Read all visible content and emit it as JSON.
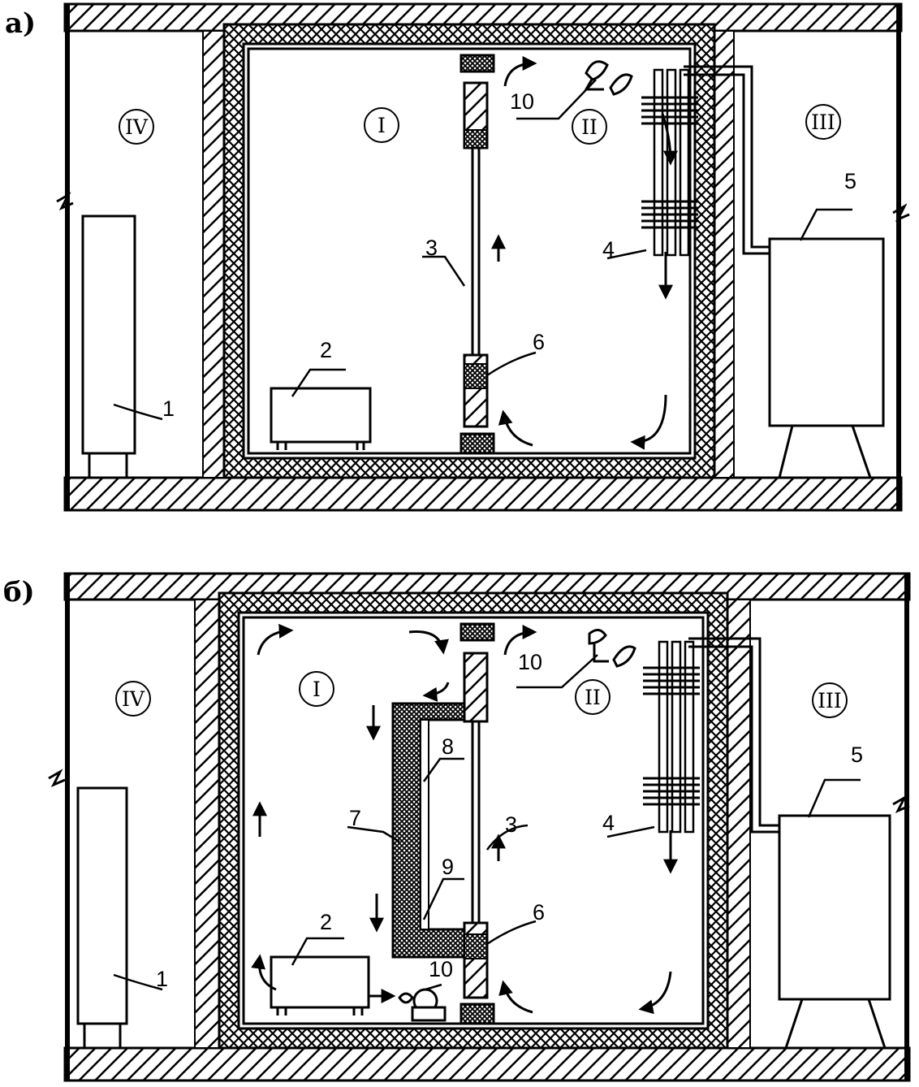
{
  "panels": [
    {
      "label": "а)",
      "zones": {
        "z1": "I",
        "z2": "II",
        "z3": "III",
        "z4": "IV"
      },
      "callouts": {
        "n1": "1",
        "n2": "2",
        "n3": "3",
        "n4": "4",
        "n5": "5",
        "n6": "6",
        "n10": "10"
      }
    },
    {
      "label": "б)",
      "zones": {
        "z1": "I",
        "z2": "II",
        "z3": "III",
        "z4": "IV"
      },
      "callouts": {
        "n1": "1",
        "n2": "2",
        "n3": "3",
        "n4": "4",
        "n5": "5",
        "n6": "6",
        "n7": "7",
        "n8": "8",
        "n9": "9",
        "n10": "10"
      }
    }
  ],
  "colors": {
    "ink": "#000000",
    "paper": "#ffffff"
  }
}
